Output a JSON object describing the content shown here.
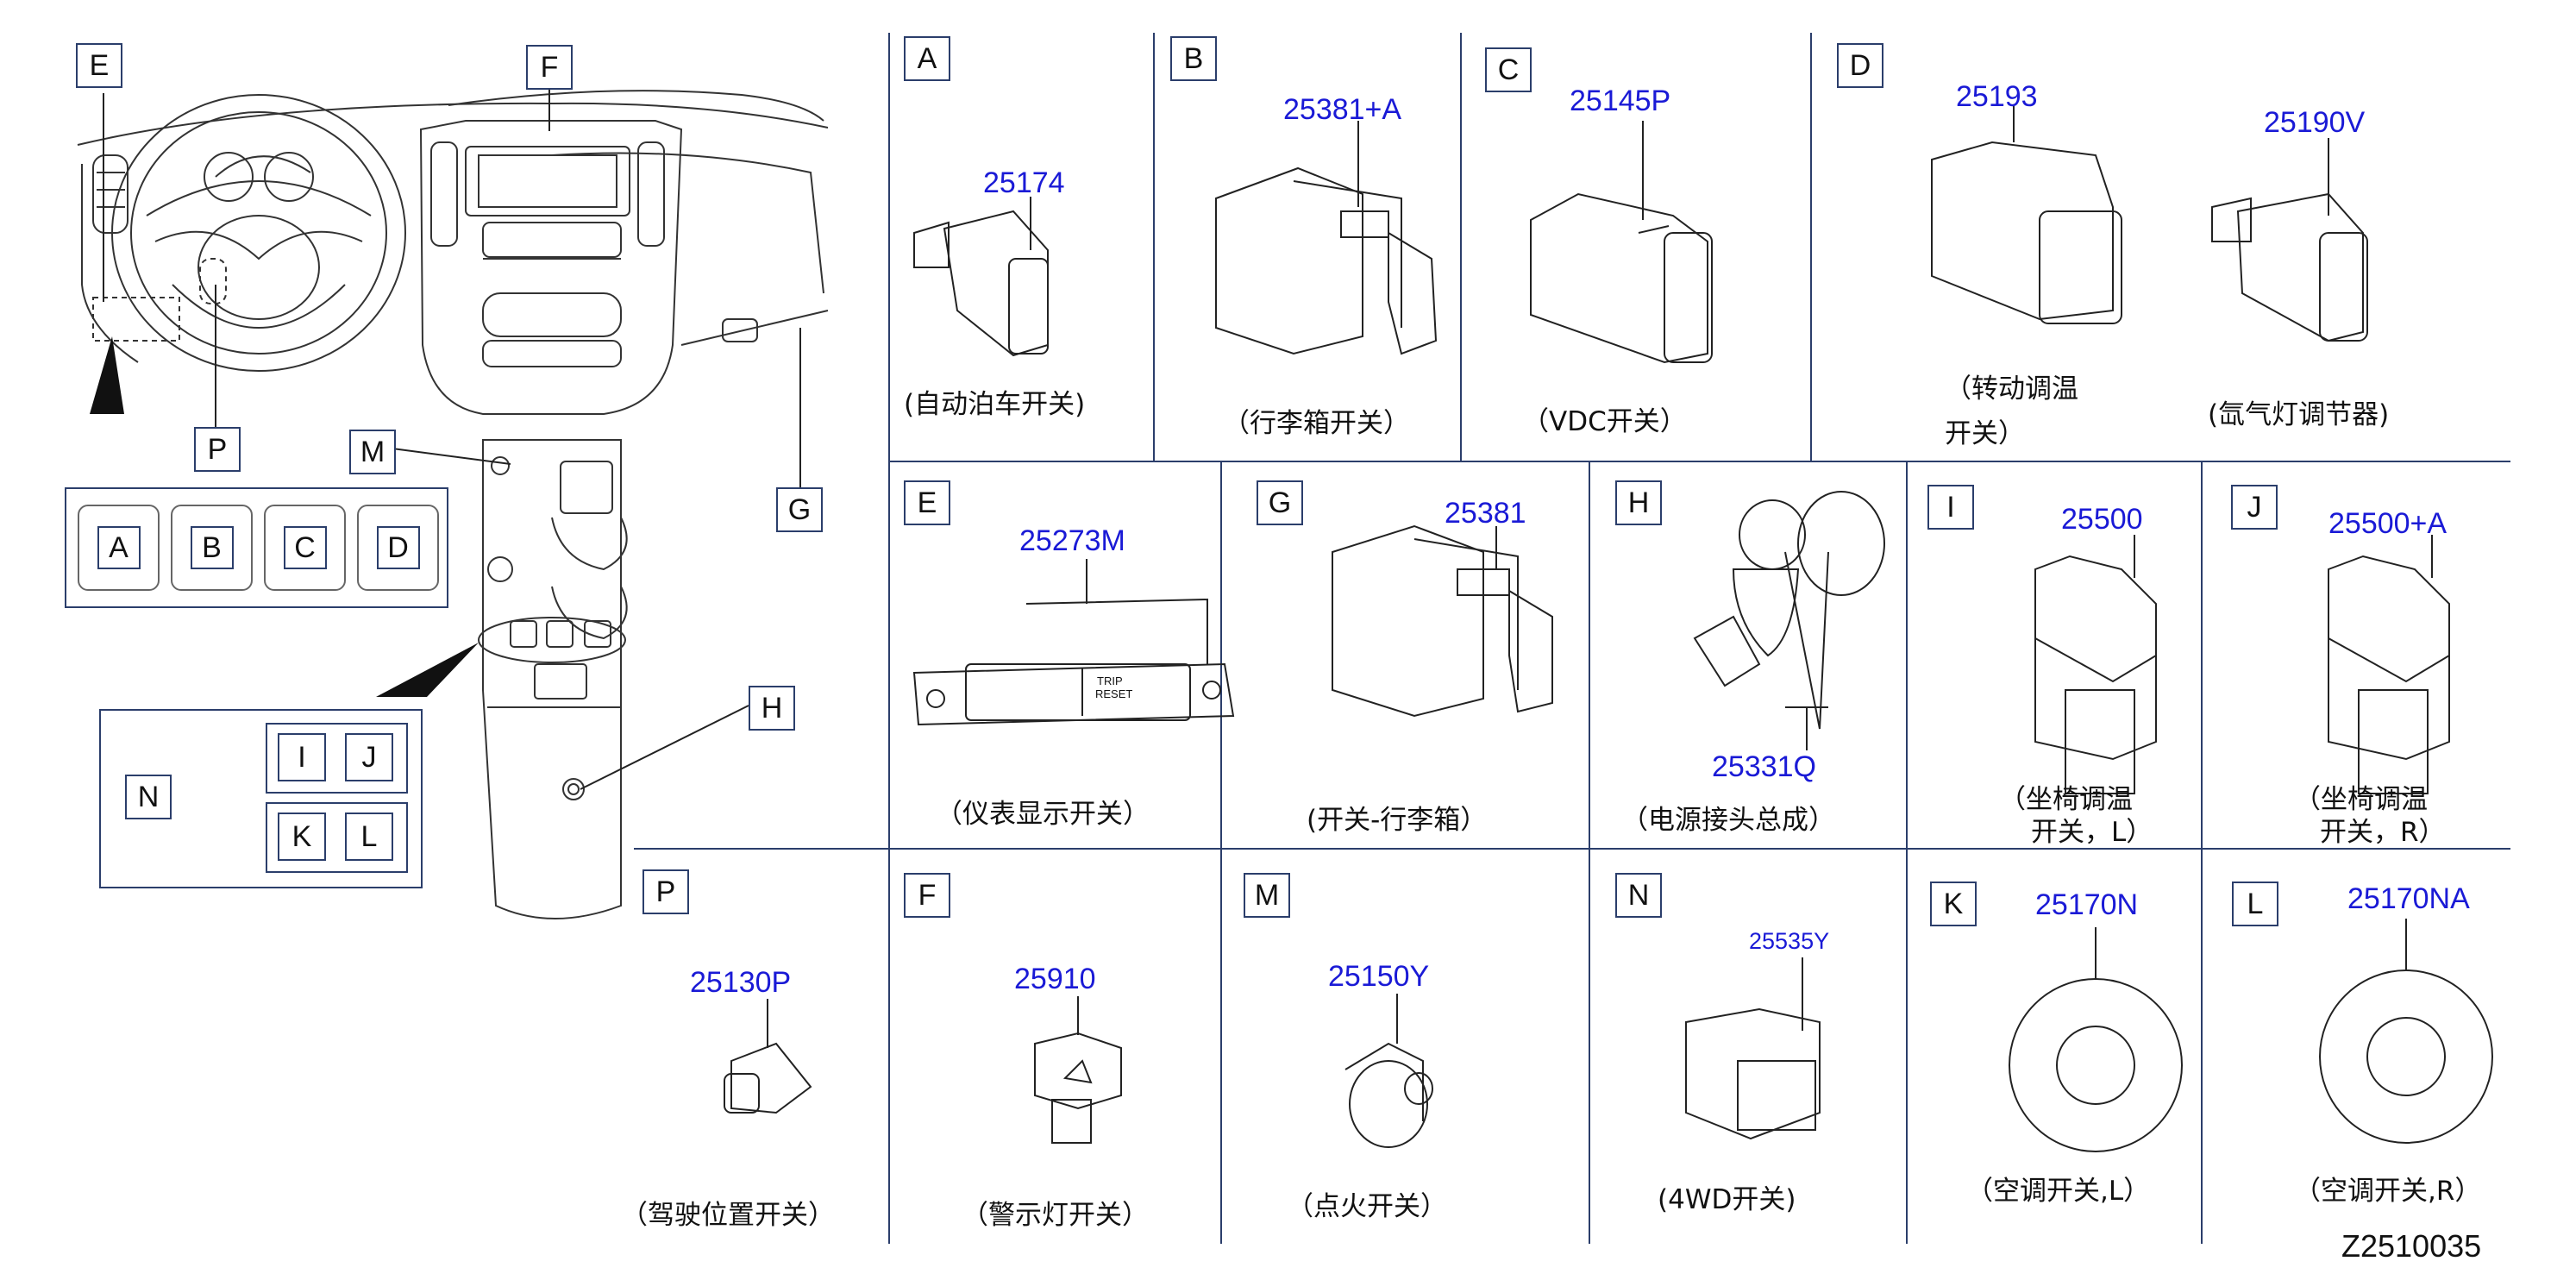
{
  "overview": {
    "callouts": [
      "E",
      "F",
      "P",
      "M",
      "G",
      "H",
      "N"
    ],
    "group_abcd": [
      "A",
      "B",
      "C",
      "D"
    ],
    "group_ij": [
      "I",
      "J"
    ],
    "group_kl": [
      "K",
      "L"
    ]
  },
  "panels": {
    "A": {
      "letter": "A",
      "part": "25174",
      "name": "(自动泊车开关)"
    },
    "B": {
      "letter": "B",
      "part": "25381+A",
      "name": "（行李箱开关）"
    },
    "C": {
      "letter": "C",
      "part": "25145P",
      "name": "（VDC开关）"
    },
    "D": {
      "letter": "D",
      "part1": "25193",
      "part2": "25190V",
      "name1a": "（转动调温",
      "name1b": "开关）",
      "name2": "(氙气灯调节器)"
    },
    "E": {
      "letter": "E",
      "part": "25273M",
      "name": "（仪表显示开关）",
      "trip": "TRIP",
      "reset": "RESET"
    },
    "G": {
      "letter": "G",
      "part": "25381",
      "name": "(开关-行李箱）"
    },
    "H": {
      "letter": "H",
      "part": "25331Q",
      "name": "（电源接头总成）"
    },
    "I": {
      "letter": "I",
      "part": "25500",
      "name_a": "（坐椅调温",
      "name_b": "开关，L）"
    },
    "J": {
      "letter": "J",
      "part": "25500+A",
      "name_a": "（坐椅调温",
      "name_b": "开关，R）"
    },
    "P": {
      "letter": "P",
      "part": "25130P",
      "name": "（驾驶位置开关）"
    },
    "F": {
      "letter": "F",
      "part": "25910",
      "name": "（警示灯开关）"
    },
    "M": {
      "letter": "M",
      "part": "25150Y",
      "name": "（点火开关）"
    },
    "N": {
      "letter": "N",
      "part": "25535Y",
      "name": "(4WD开关)"
    },
    "K": {
      "letter": "K",
      "part": "25170N",
      "name": "（空调开关,L）"
    },
    "L": {
      "letter": "L",
      "part": "25170NA",
      "name": "（空调开关,R）"
    }
  },
  "footer_code": "Z2510035"
}
